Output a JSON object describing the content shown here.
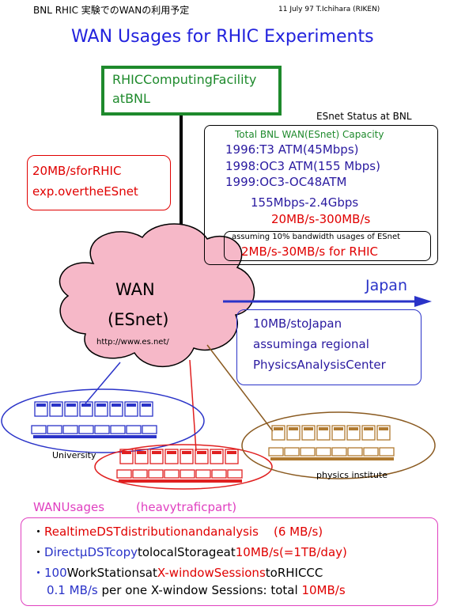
{
  "header": {
    "left": "BNL RHIC 実験でのWANの利用予定",
    "right": "11 July 97 T.Ichihara (RIKEN)"
  },
  "title": "WAN Usages for RHIC Experiments",
  "rcf": {
    "line1": "RHICComputingFacility",
    "line2": "atBNL"
  },
  "esnet_status": {
    "caption": "ESnet Status at BNL",
    "capacity_title": "Total BNL WAN(ESnet) Capacity",
    "years": [
      "1996:T3 ATM(45Mbps)",
      "1998:OC3 ATM(155 Mbps)",
      "1999:OC3-OC48ATM"
    ],
    "range_mbps": "155Mbps-2.4Gbps",
    "range_mbs": "20MB/s-300MB/s",
    "assumption": "assuming 10% bandwidth usages of ESnet",
    "rhic_share": "2MB/s-30MB/s for RHIC"
  },
  "rhic_box": {
    "line1": "20MB/sforRHIC",
    "line2": "exp.overtheESnet"
  },
  "wan_cloud": {
    "label1": "WAN",
    "label2": "(ESnet)",
    "url": "http://www.es.net/"
  },
  "japan": {
    "label": "Japan",
    "box_lines": [
      "10MB/stoJapan",
      "assuminga regional",
      "PhysicsAnalysisCenter"
    ]
  },
  "sites": {
    "university": "University",
    "institute": "physics institute"
  },
  "usages": {
    "heading": "WANUsages",
    "subheading": "(heavytraficpart)",
    "bullet": "・",
    "item1_red": "RealtimeDSTdistributionandanalysis",
    "item1_note": "(6 MB/s)",
    "item2_blue": "DirectμDSTcopy",
    "item2_mid": "tolocalStorageat",
    "item2_red": "10MB/s(=1TB/day)",
    "item3_blue1": "100",
    "item3_mid1": "WorkStationsat",
    "item3_red": "X-windowSessions",
    "item3_mid2": "toRHICCC",
    "item4_blue": "0.1 MB/s",
    "item4_mid": "per one X-window Sessions: total",
    "item4_red": "10MB/s"
  },
  "colors": {
    "title_blue": "#2222dd",
    "green": "#1e8a2c",
    "red": "#e00000",
    "navy": "#2a1aa0",
    "cloud": "#f6b8c8",
    "magenta": "#e040c0",
    "workstation_blue": "#2a33c8",
    "workstation_red": "#e02020",
    "workstation_tan": "#b07a30"
  }
}
